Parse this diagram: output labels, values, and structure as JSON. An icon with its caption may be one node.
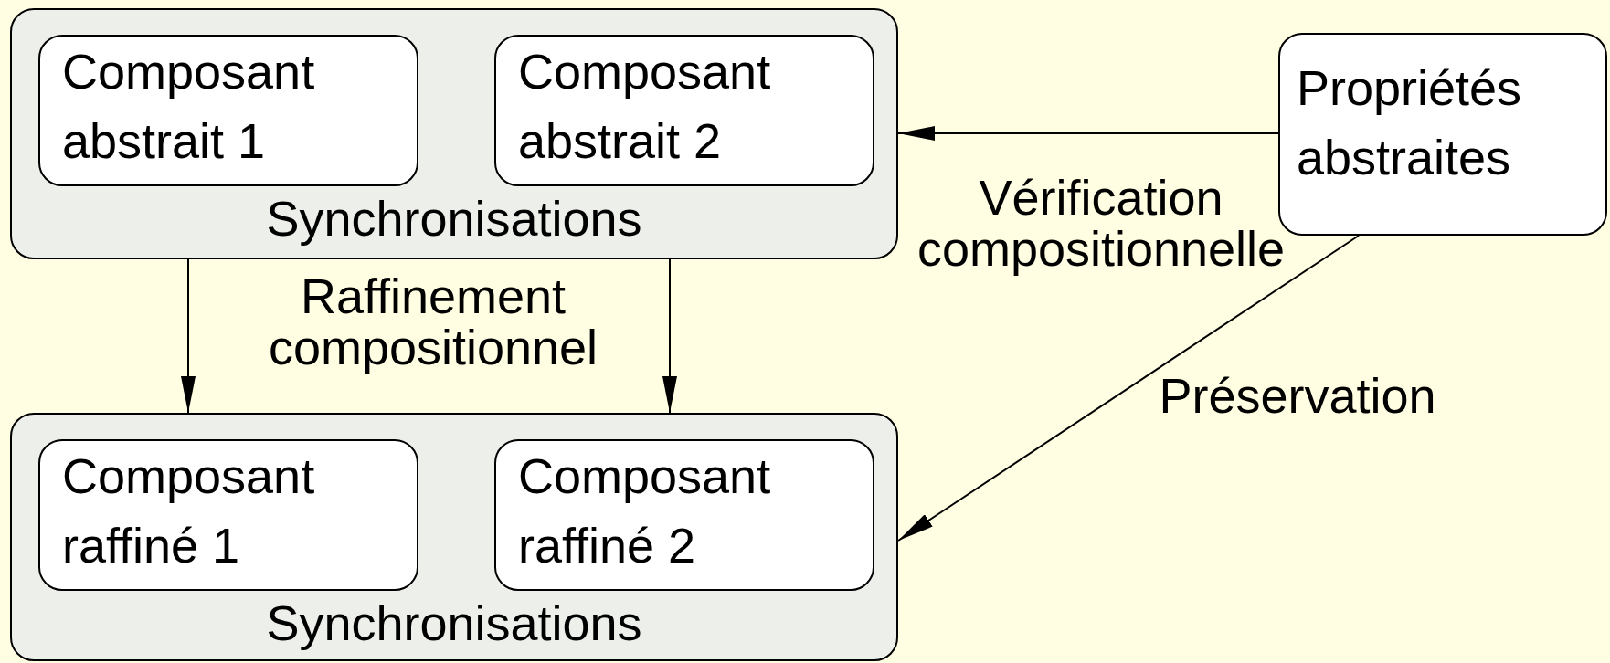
{
  "diagram": {
    "nodes": [
      {
        "text": [
          "Synchronisations"
        ]
      },
      {
        "text": [
          "Composant abstrait 1"
        ],
        "in": 0
      },
      {
        "text": [
          "Composant abstrait 2"
        ],
        "in": 0
      },
      {
        "text": [
          "Synchronisations"
        ]
      },
      {
        "text": [
          "Composant raffiné 1"
        ],
        "in": 3
      },
      {
        "text": [
          "Composant raffiné 2"
        ],
        "in": 3
      },
      {
        "text": [
          "Propriétés abstraites"
        ]
      }
    ],
    "edges": [
      {
        "from": 6,
        "to": 0,
        "arrow": "to",
        "label": "Vérification compositionnelle"
      },
      {
        "from": 0,
        "to": 3,
        "arrow": "to"
      },
      {
        "from": 0,
        "to": 3,
        "arrow": "to"
      },
      {
        "from": 6,
        "to": 3,
        "arrow": "to",
        "label": "Préservation"
      }
    ],
    "labels": [
      "Raffinement compositionnel"
    ]
  }
}
